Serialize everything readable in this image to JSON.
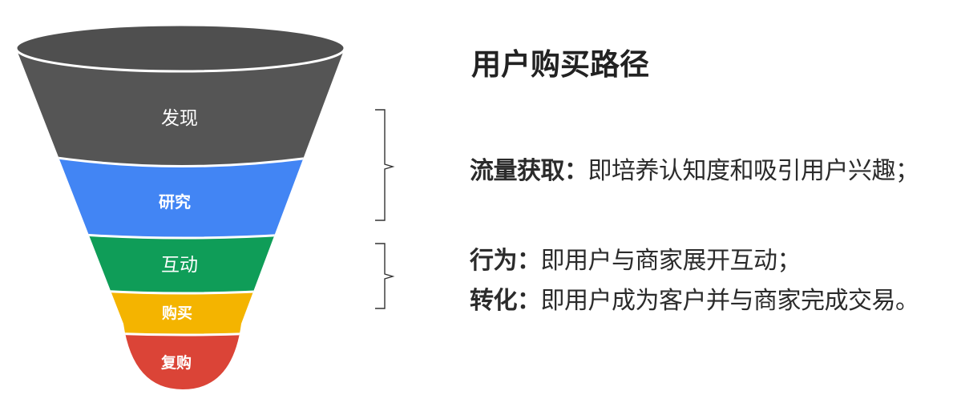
{
  "title": "用户购买路径",
  "stages": [
    {
      "label": "发现",
      "color": "#555555",
      "bold": false
    },
    {
      "label": "研究",
      "color": "#4285F4",
      "bold": true
    },
    {
      "label": "互动",
      "color": "#0F9D58",
      "bold": false
    },
    {
      "label": "购买",
      "color": "#F4B400",
      "bold": true
    },
    {
      "label": "复购",
      "color": "#DB4437",
      "bold": true
    }
  ],
  "descriptions": [
    {
      "term": "流量获取",
      "sep": "：",
      "text": "即培养认知度和吸引用户兴趣；"
    },
    {
      "term": "行为",
      "sep": "：",
      "text": "即用户与商家展开互动；"
    },
    {
      "term": "转化",
      "sep": "：",
      "text": "即用户成为客户并与商家完成交易。"
    }
  ],
  "bracket_color": "#333333"
}
